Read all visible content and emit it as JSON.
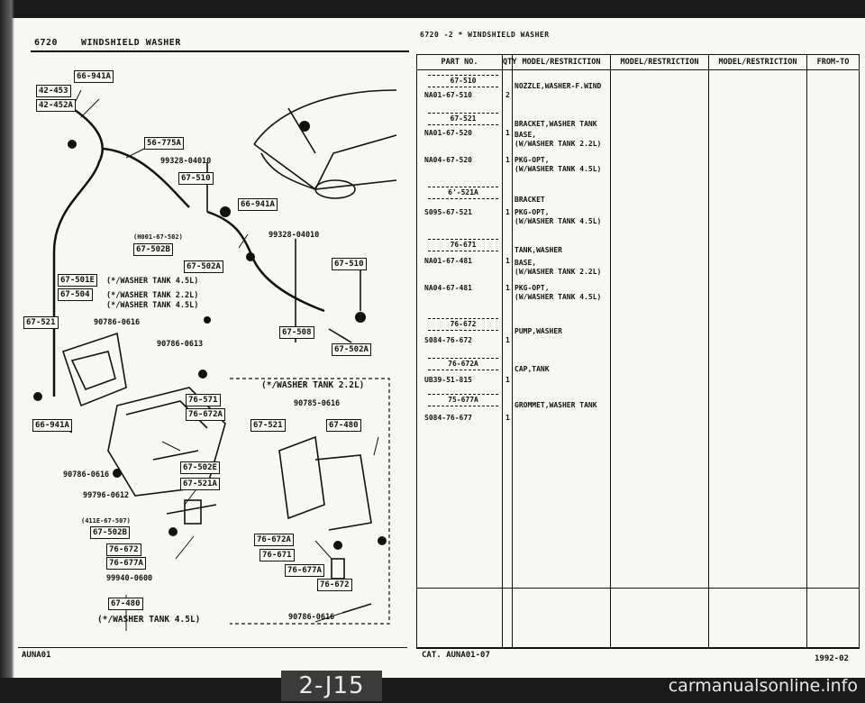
{
  "left_page": {
    "section": "6720",
    "title": "WINDSHIELD WASHER",
    "footer_code": "AUNA01"
  },
  "right_page": {
    "header": "6720 -2 * WINDSHIELD WASHER",
    "footer_catalog": "CAT. AUNA01-07",
    "footer_date": "1992-02"
  },
  "table": {
    "columns": [
      "PART NO.",
      "QTY",
      "MODEL/RESTRICTION",
      "MODEL/RESTRICTION",
      "MODEL/RESTRICTION",
      "FROM-TO"
    ],
    "groups": [
      {
        "ref": "67-510",
        "rows": [
          {
            "part_no": "NA01-67-510",
            "qty": "2",
            "desc": "NOZZLE,WASHER-F.WIND"
          }
        ]
      },
      {
        "ref": "67-521",
        "rows": [
          {
            "part_no": "NA01-67-520",
            "qty": "1",
            "desc": "BRACKET,WASHER TANK"
          },
          {
            "part_no": "",
            "qty": "",
            "desc": "BASE,"
          },
          {
            "part_no": "",
            "qty": "",
            "desc": "(W/WASHER TANK 2.2L)"
          },
          {
            "part_no": "NA04-67-520",
            "qty": "1",
            "desc": "PKG-OPT,"
          },
          {
            "part_no": "",
            "qty": "",
            "desc": "(W/WASHER TANK 4.5L)"
          }
        ]
      },
      {
        "ref": "6'-521A",
        "rows": [
          {
            "part_no": "S095-67-521",
            "qty": "1",
            "desc": "BRACKET"
          },
          {
            "part_no": "",
            "qty": "",
            "desc": "PKG-OPT,"
          },
          {
            "part_no": "",
            "qty": "",
            "desc": "(W/WASHER TANK 4.5L)"
          }
        ]
      },
      {
        "ref": "76-671",
        "rows": [
          {
            "part_no": "NA01-67-481",
            "qty": "1",
            "desc": "TANK,WASHER"
          },
          {
            "part_no": "",
            "qty": "",
            "desc": "BASE,"
          },
          {
            "part_no": "",
            "qty": "",
            "desc": "(W/WASHER TANK 2.2L)"
          },
          {
            "part_no": "NA04-67-481",
            "qty": "1",
            "desc": "PKG-OPT,"
          },
          {
            "part_no": "",
            "qty": "",
            "desc": "(W/WASHER TANK 4.5L)"
          }
        ]
      },
      {
        "ref": "76-672",
        "rows": [
          {
            "part_no": "S084-76-672",
            "qty": "1",
            "desc": "PUMP,WASHER"
          }
        ]
      },
      {
        "ref": "76-672A",
        "rows": [
          {
            "part_no": "UB39-51-815",
            "qty": "1",
            "desc": "CAP,TANK"
          }
        ]
      },
      {
        "ref": "75-677A",
        "rows": [
          {
            "part_no": "S084-76-677",
            "qty": "1",
            "desc": "GROMMET,WASHER TANK"
          }
        ]
      }
    ]
  },
  "diagram": {
    "labels": [
      "66-941A",
      "42-453",
      "42-452A",
      "56-775A",
      "99328-04010",
      "67-510",
      "66-941A",
      "(H001-67-502)",
      "67-502B",
      "99328-04010",
      "67-502A",
      "67-510",
      "67-501E",
      "(*/WASHER TANK 4.5L)",
      "67-504",
      "(*/WASHER TANK 2.2L)",
      "(*/WASHER TANK 4.5L)",
      "67-521",
      "90786-0616",
      "90786-0613",
      "67-508",
      "67-502A",
      "(*/WASHER TANK 2.2L)",
      "90785-0616",
      "76-571",
      "76-672A",
      "66-941A",
      "67-521",
      "67-480",
      "90786-0616",
      "67-502E",
      "99796-0612",
      "67-521A",
      "(411E-67-507)",
      "67-502B",
      "76-672",
      "76-677A",
      "99940-0600",
      "76-672A",
      "76-671",
      "76-677A",
      "76-672",
      "67-480",
      "(*/WASHER TANK 4.5L)",
      "90786-0616"
    ]
  },
  "page_tag": "2-J15",
  "watermark": "carmanualsonline.info"
}
